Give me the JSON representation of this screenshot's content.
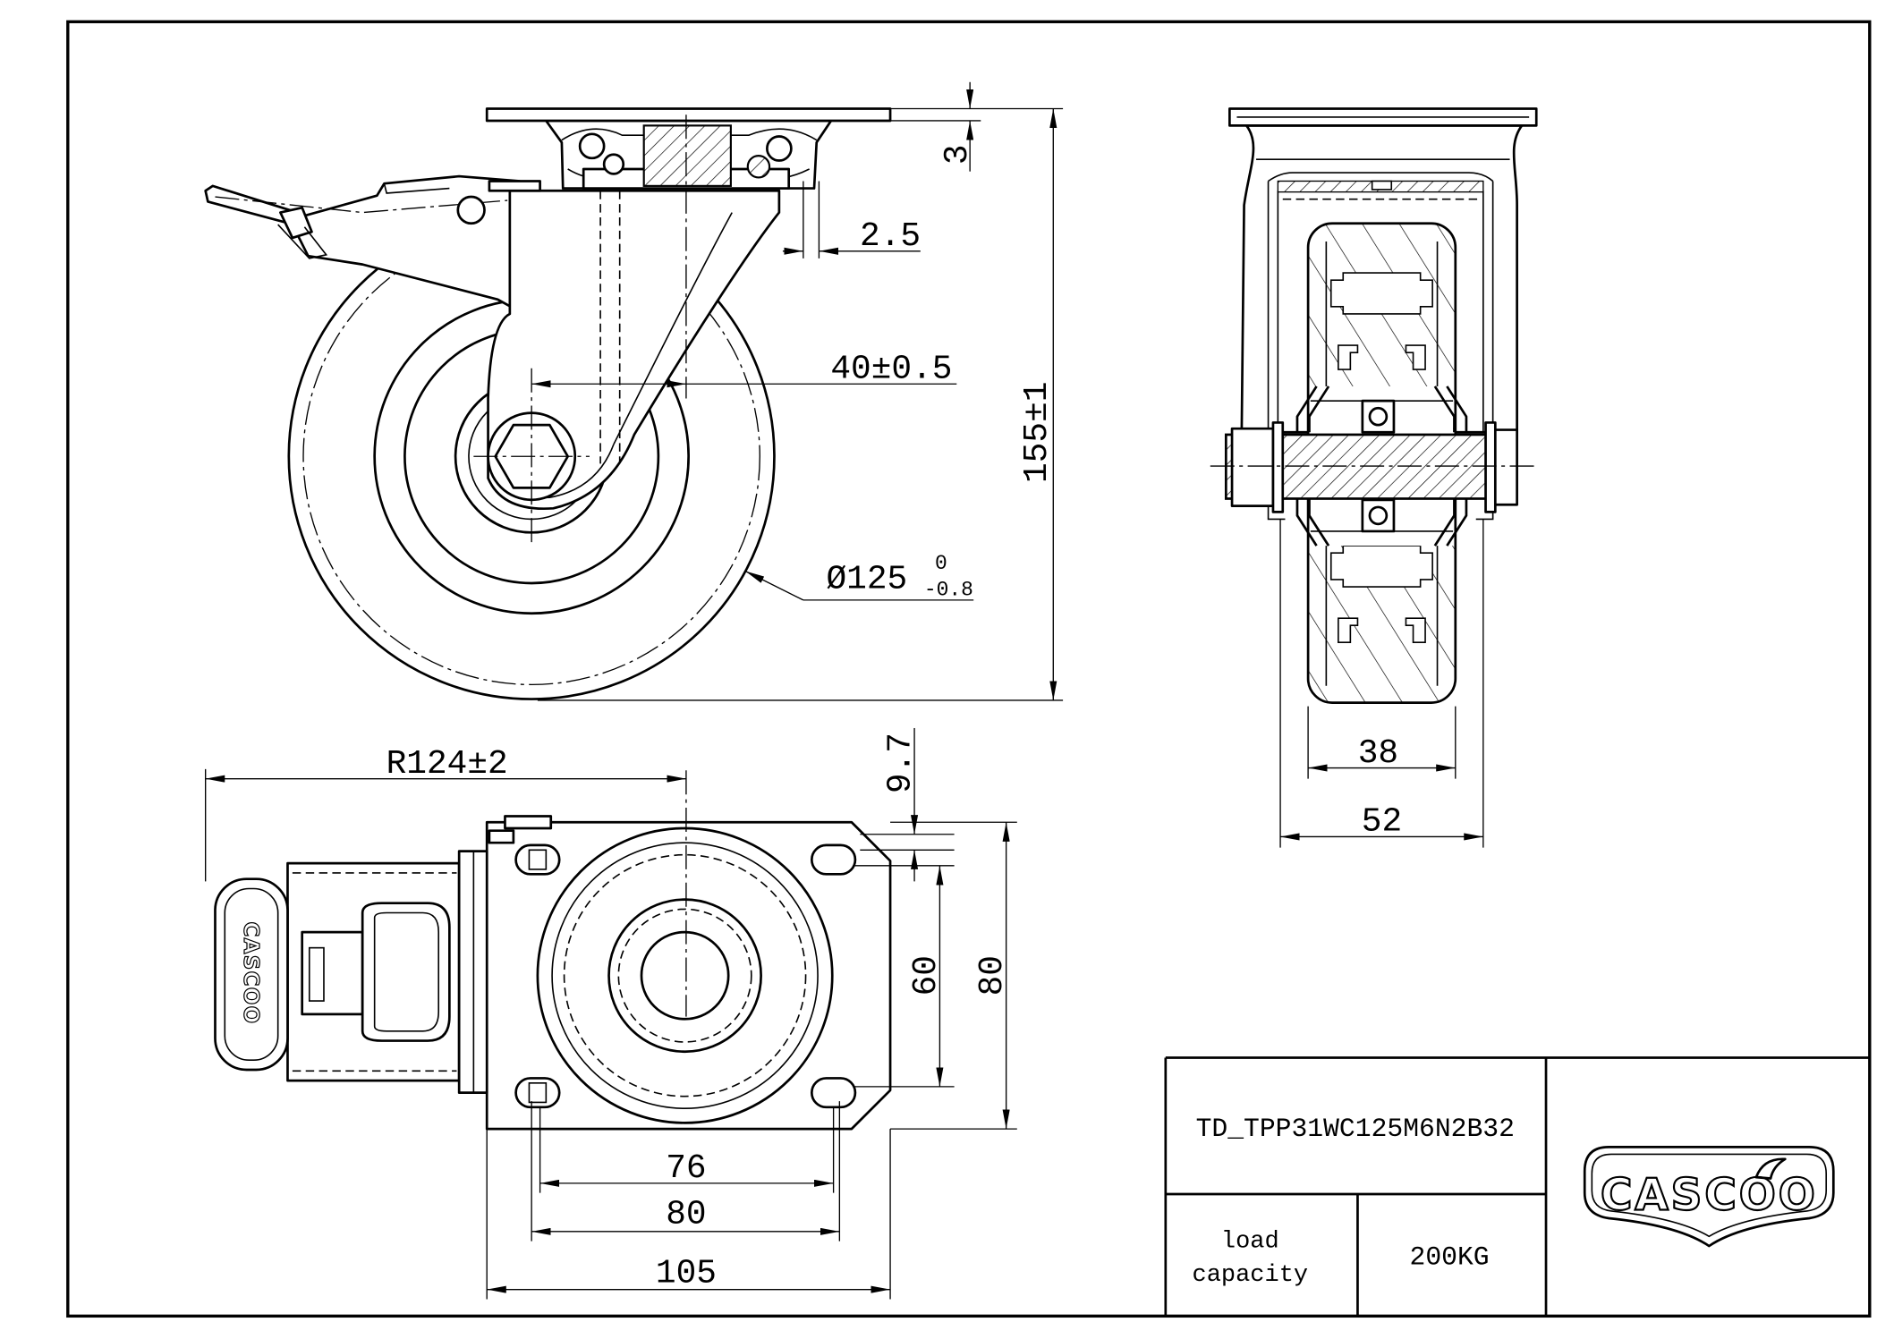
{
  "colors": {
    "line": "#000000",
    "background": "#ffffff"
  },
  "title_block": {
    "part_number": "TD_TPP31WC125M6N2B32",
    "load_label_line1": "load",
    "load_label_line2": "capacity",
    "load_value": "200KG"
  },
  "logo": {
    "text": "CASCOO"
  },
  "brake_pedal": {
    "imprint": "CASCOO"
  },
  "side_view": {
    "plate_thickness": "3",
    "raceway_gap": "2.5",
    "swivel_offset": "40±0.5",
    "overall_height": "155±1",
    "wheel_diameter": "Ø125",
    "wheel_diameter_tol_upper": "0",
    "wheel_diameter_tol_lower": "-0.8"
  },
  "front_view": {
    "tread_width": "38",
    "fork_width": "52"
  },
  "plan_view": {
    "swivel_radius": "R124±2",
    "slot_width": "9.7",
    "bolt_spacing_y": "60",
    "plate_length_y": "80",
    "bolt_spacing_x_min": "76",
    "bolt_spacing_x_max": "80",
    "plate_length_x": "105"
  }
}
